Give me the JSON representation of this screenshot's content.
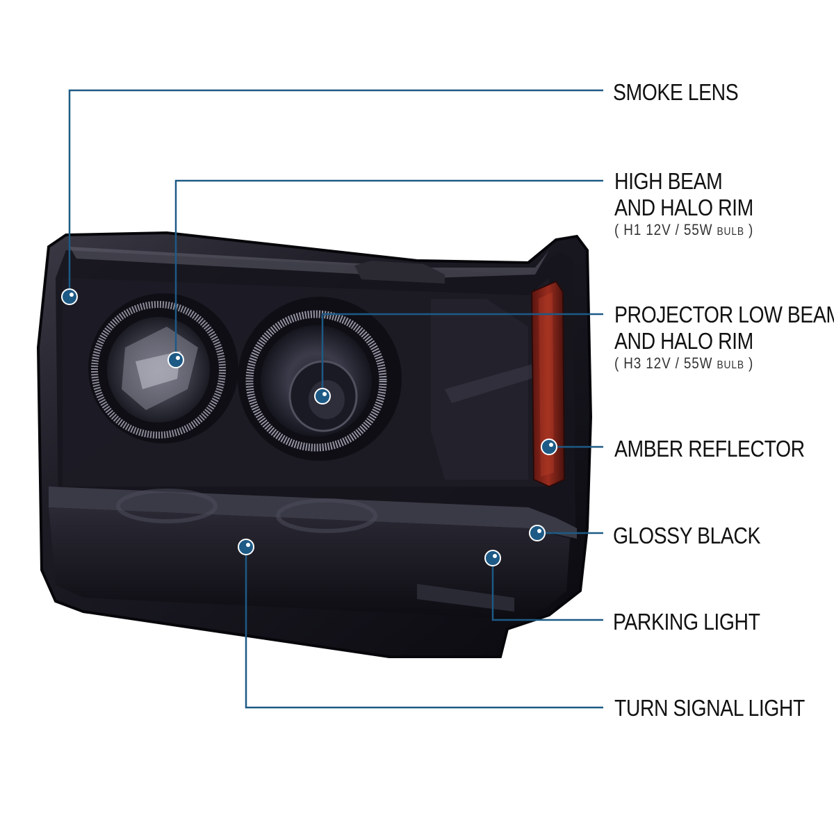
{
  "colors": {
    "callout_line": "#1d5a86",
    "callout_dot": "#1d5a86",
    "label_text": "#111111",
    "lens_smoke": "#1a1922",
    "amber": "#8a2418"
  },
  "callouts": {
    "smoke_lens": {
      "title": "SMOKE LENS"
    },
    "high_beam": {
      "title_line1": "HIGH BEAM",
      "title_line2": "AND HALO RIM",
      "spec_open": "( H1  12V / 55W ",
      "spec_unit": "BULB",
      "spec_close": " )"
    },
    "projector_low_beam": {
      "title_line1": "PROJECTOR LOW BEAM",
      "title_line2": "AND HALO RIM",
      "spec_open": "( H3  12V / 55W ",
      "spec_unit": "BULB",
      "spec_close": " )"
    },
    "amber_reflector": {
      "title": "AMBER REFLECTOR"
    },
    "glossy_black": {
      "title": "GLOSSY BLACK"
    },
    "parking_light": {
      "title": "PARKING LIGHT"
    },
    "turn_signal_light": {
      "title": "TURN SIGNAL LIGHT"
    }
  }
}
